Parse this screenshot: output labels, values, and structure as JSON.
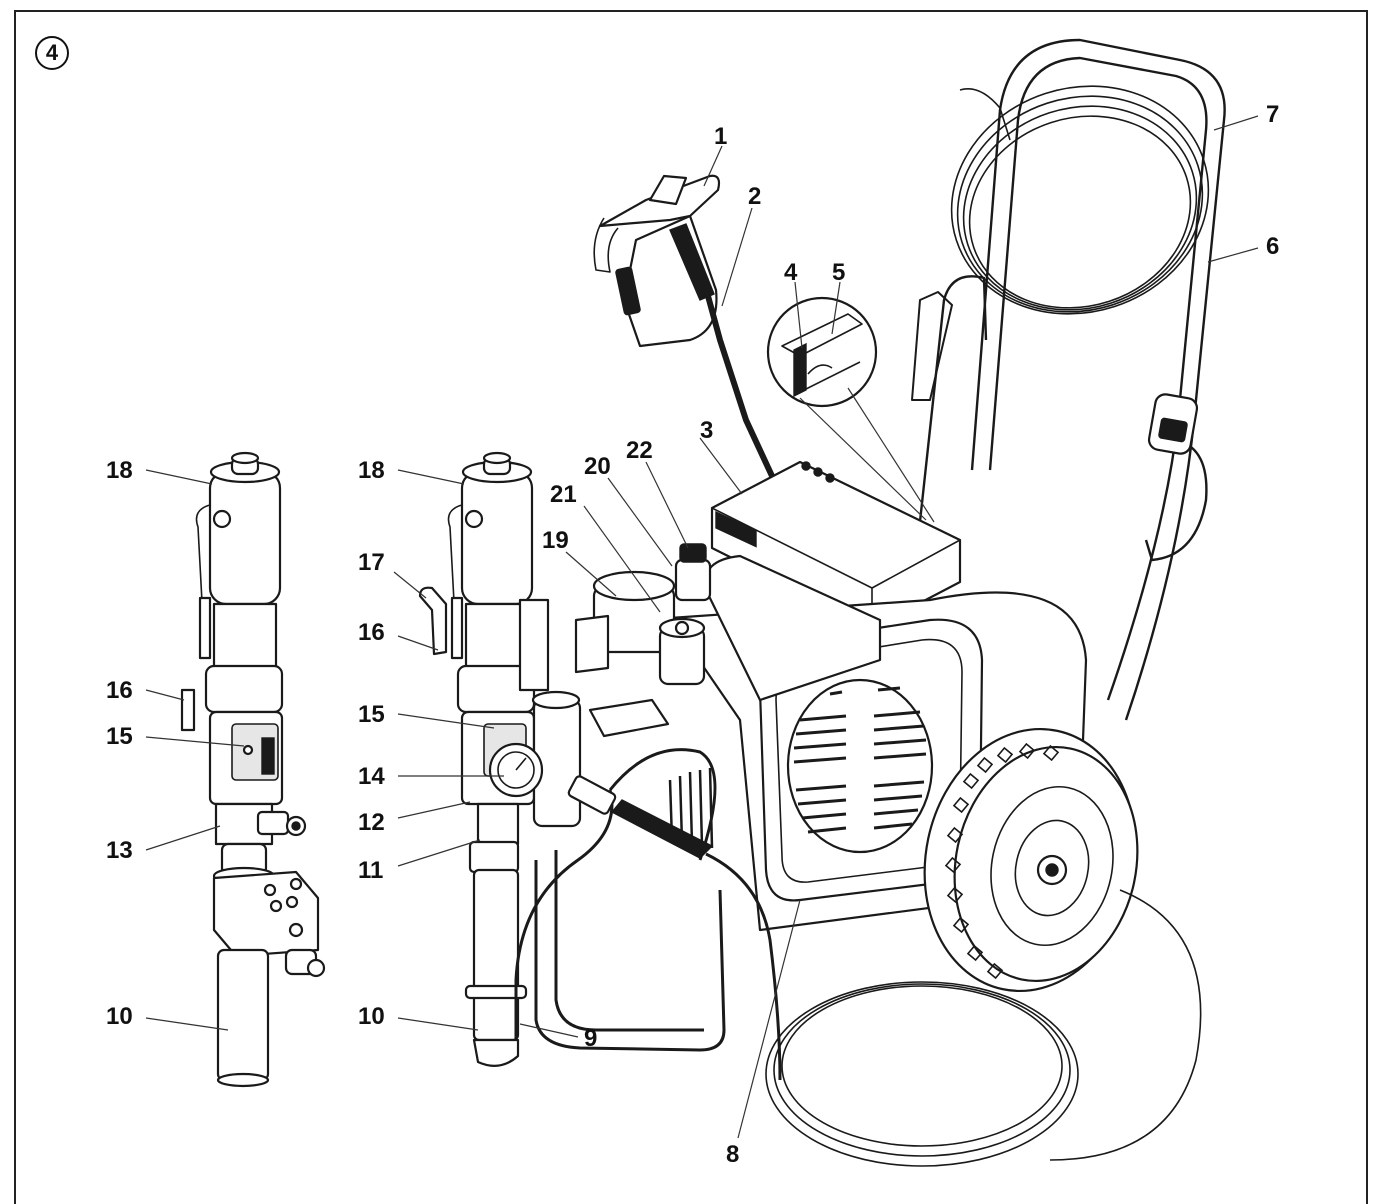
{
  "figure_number": "4",
  "labels": {
    "l1": "1",
    "l2": "2",
    "l3": "3",
    "l4": "4",
    "l5": "5",
    "l6": "6",
    "l7": "7",
    "l8": "8",
    "l9": "9",
    "l10a": "10",
    "l10b": "10",
    "l11": "11",
    "l12": "12",
    "l13": "13",
    "l14": "14",
    "l15a": "15",
    "l15b": "15",
    "l16a": "16",
    "l16b": "16",
    "l17": "17",
    "l18a": "18",
    "l18b": "18",
    "l19": "19",
    "l20": "20",
    "l21": "21",
    "l22": "22"
  }
}
